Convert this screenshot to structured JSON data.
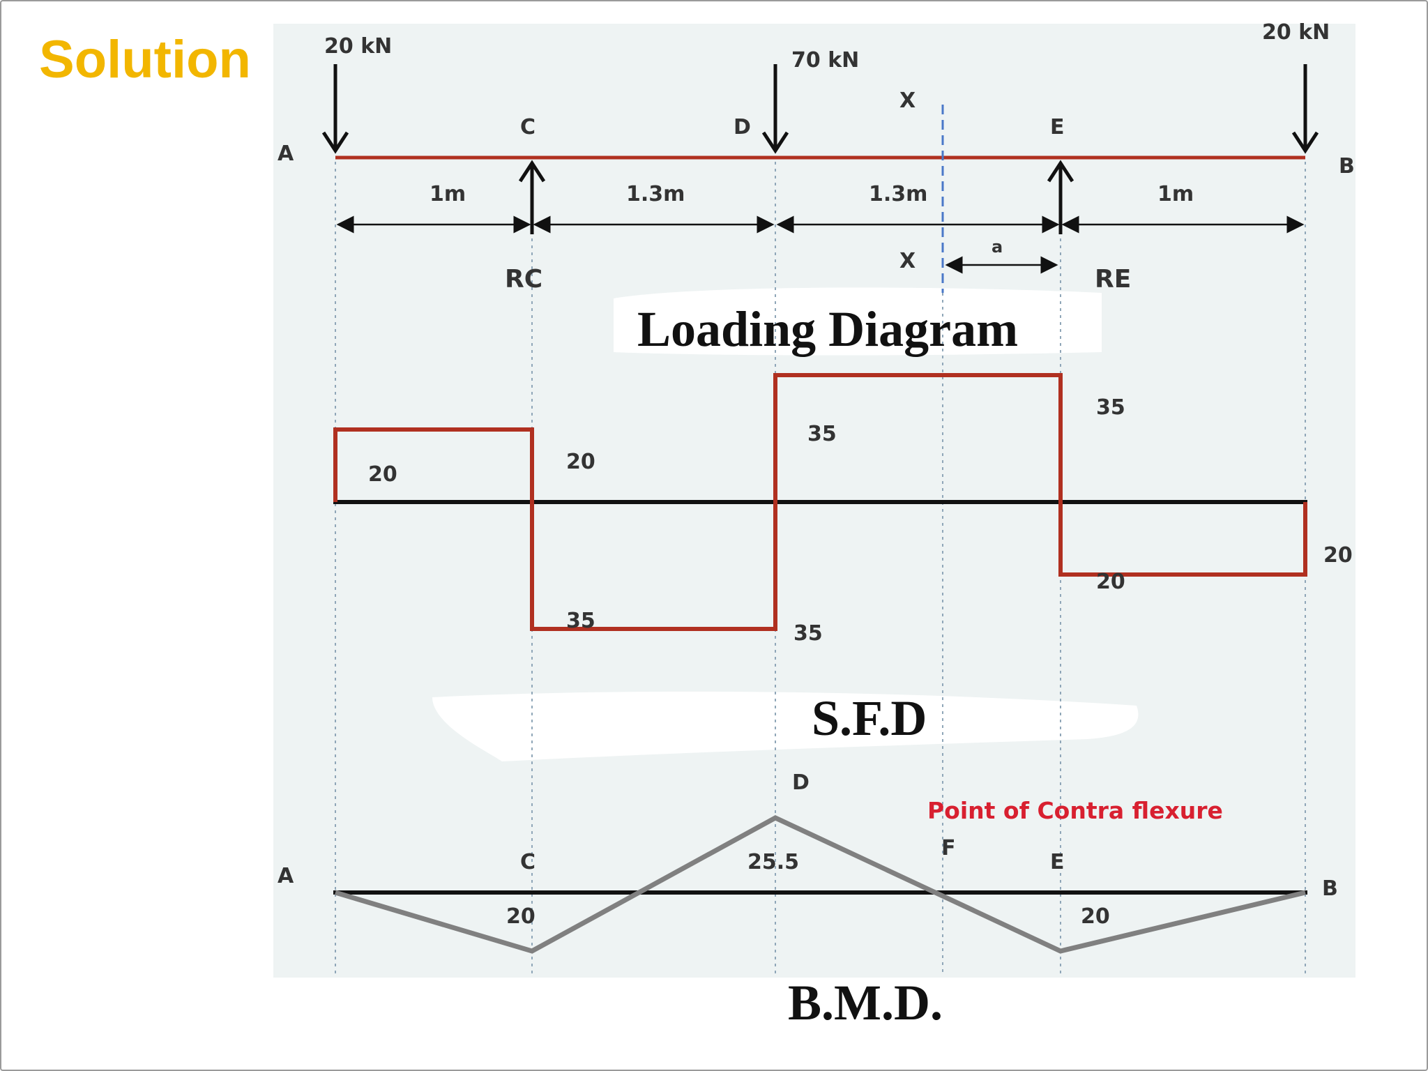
{
  "title": "Solution",
  "colors": {
    "title": "#f2b600",
    "beam": "#b03020",
    "sfd": "#b03020",
    "bmd": "#808080",
    "baseline": "#111111",
    "section_line": "#4a78c8",
    "contra_text": "#d82030",
    "panel_bg": "#eef3f3"
  },
  "loading": {
    "heading": "Loading Diagram",
    "points": {
      "A": "A",
      "C": "C",
      "D": "D",
      "E": "E",
      "B": "B"
    },
    "loads": {
      "A": "20 kN",
      "D": "70 kN",
      "B": "20 kN"
    },
    "reactions": {
      "C": "RC",
      "E": "RE"
    },
    "spans": [
      "1m",
      "1.3m",
      "1.3m",
      "1m"
    ],
    "section_label": "X",
    "section_distance": "a"
  },
  "sfd": {
    "heading": "S.F.D",
    "labels": {
      "A_top": "20",
      "C_top": "20",
      "C_bottom": "35",
      "D_bottom": "35",
      "D_top": "35",
      "E_top": "35",
      "E_bottom": "20",
      "B_right": "20"
    },
    "values": [
      {
        "from": "A",
        "to": "C",
        "shear": 20
      },
      {
        "from": "C",
        "to": "D",
        "shear": -35
      },
      {
        "from": "D",
        "to": "E",
        "shear": 35
      },
      {
        "from": "E",
        "to": "B",
        "shear": -20
      }
    ]
  },
  "bmd": {
    "heading": "B.M.D.",
    "points": {
      "A": "A",
      "C": "C",
      "D": "D",
      "F": "F",
      "E": "E",
      "B": "B"
    },
    "values": {
      "C": "20",
      "D": "25.5",
      "E": "20"
    },
    "moments": [
      {
        "at": "A",
        "m": 0
      },
      {
        "at": "C",
        "m": -20
      },
      {
        "at": "D",
        "m": 25.5
      },
      {
        "at": "E",
        "m": -20
      },
      {
        "at": "B",
        "m": 0
      }
    ],
    "annotation": "Point of Contra flexure"
  }
}
